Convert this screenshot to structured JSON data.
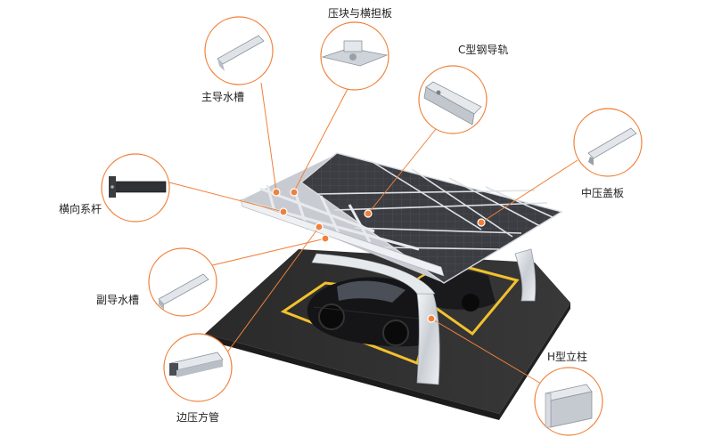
{
  "callouts": [
    {
      "id": "main-gutter",
      "label": "主导水槽",
      "icon": "main-gutter-profile-icon"
    },
    {
      "id": "clamp-plate",
      "label": "压块与横担板",
      "icon": "clamp-plate-icon"
    },
    {
      "id": "c-rail",
      "label": "C型钢导轨",
      "icon": "c-steel-rail-icon"
    },
    {
      "id": "mid-cover",
      "label": "中压盖板",
      "icon": "mid-clamp-cover-icon"
    },
    {
      "id": "tie-rod",
      "label": "横向系杆",
      "icon": "tie-rod-icon"
    },
    {
      "id": "sub-gutter",
      "label": "副导水槽",
      "icon": "sub-gutter-profile-icon"
    },
    {
      "id": "edge-tube",
      "label": "边压方管",
      "icon": "edge-square-tube-icon"
    },
    {
      "id": "h-column",
      "label": "H型立柱",
      "icon": "h-column-icon"
    }
  ],
  "colors": {
    "accent": "#f0813a",
    "ground": "#2d2d2d",
    "parking_line": "#f2c12e",
    "panel": "#3e3e42",
    "frame": "#d9dde2"
  }
}
